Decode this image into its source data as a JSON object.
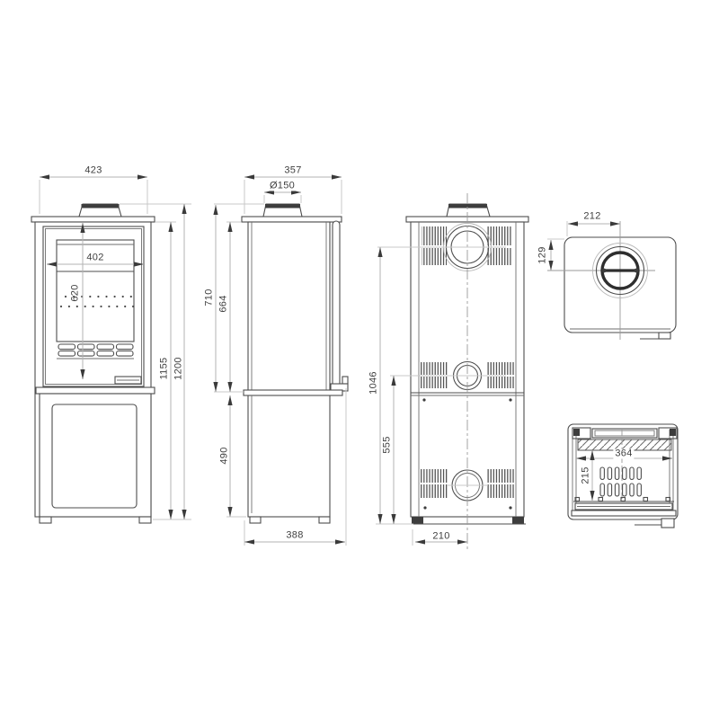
{
  "views": {
    "front": {
      "dims": {
        "overall_width": "423",
        "door_width": "402",
        "door_height": "620",
        "body_height": "1155",
        "overall_height": "1200"
      }
    },
    "side": {
      "dims": {
        "overall_depth": "357",
        "flue_diameter": "Ø150",
        "upper_height_with_collar": "710",
        "upper_height": "664",
        "base_height": "490",
        "base_depth": "388"
      }
    },
    "rear": {
      "dims": {
        "flue_center_height": "1046",
        "outlet_center_height": "555",
        "flue_center_offset": "210"
      }
    },
    "top": {
      "dims": {
        "flue_center_from_rear": "212",
        "flue_center_from_side": "129"
      }
    },
    "firebox_section": {
      "dims": {
        "inner_width": "364",
        "inner_depth": "215"
      }
    }
  },
  "colors": {
    "line": "#4d4d4d",
    "dim_line": "#b3b3b3",
    "arrow": "#3a3a3a",
    "text": "#3f3f3f",
    "background": "#ffffff"
  }
}
